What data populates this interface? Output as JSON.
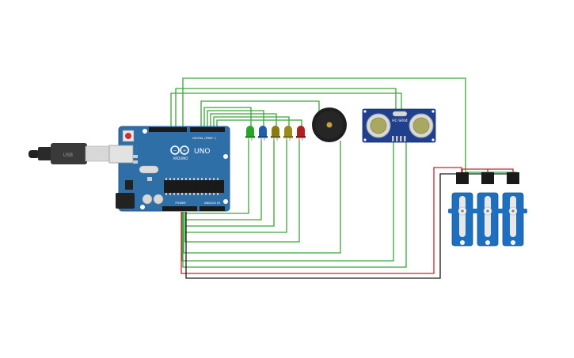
{
  "board": {
    "brand": "ARDUINO",
    "model": "UNO",
    "digital_label": "DIGITAL (PWM~)",
    "power_label": "POWER",
    "analog_label": "ANALOG IN",
    "color": "#2f6fa8"
  },
  "sensor": {
    "model": "HC-SR04",
    "color": "#1f3f8f"
  },
  "cable": {
    "label": "USB"
  },
  "leds": [
    {
      "name": "led-green",
      "color": "#2aa52a"
    },
    {
      "name": "led-blue",
      "color": "#1f5fa8"
    },
    {
      "name": "led-olive",
      "color": "#8a7a10"
    },
    {
      "name": "led-yellow",
      "color": "#9a8a1a"
    },
    {
      "name": "led-red",
      "color": "#b02020"
    }
  ],
  "servo_count": 3,
  "wire_colors": {
    "signal": "#3aa53a",
    "power": "#c0272d",
    "ground": "#1a1a1a"
  }
}
